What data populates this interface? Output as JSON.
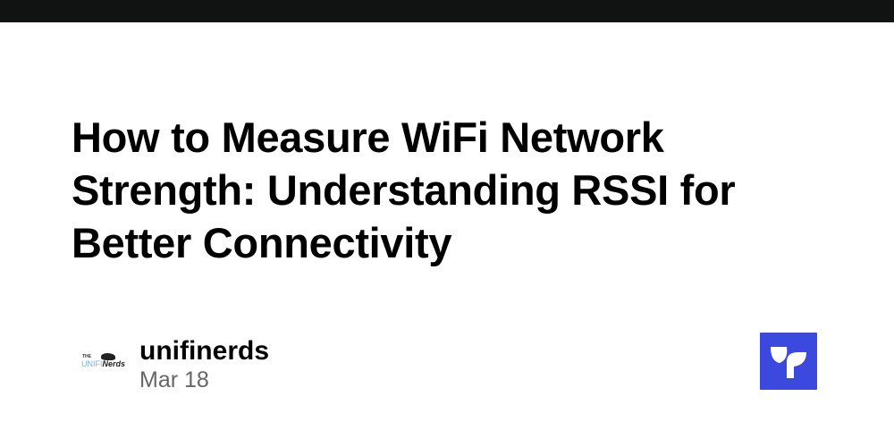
{
  "header": {
    "bar_color": "#111312"
  },
  "article": {
    "title": "How to Measure WiFi Network Strength: Understanding RSSI for Better Connectivity"
  },
  "author": {
    "name": "unifinerds",
    "date": "Mar 18",
    "avatar": {
      "small_text": "THE",
      "logo_part1": "UNIFI",
      "logo_part2": "Nerds"
    }
  },
  "brand": {
    "icon": "sprout-leaf-icon",
    "color": "#3b49df"
  }
}
